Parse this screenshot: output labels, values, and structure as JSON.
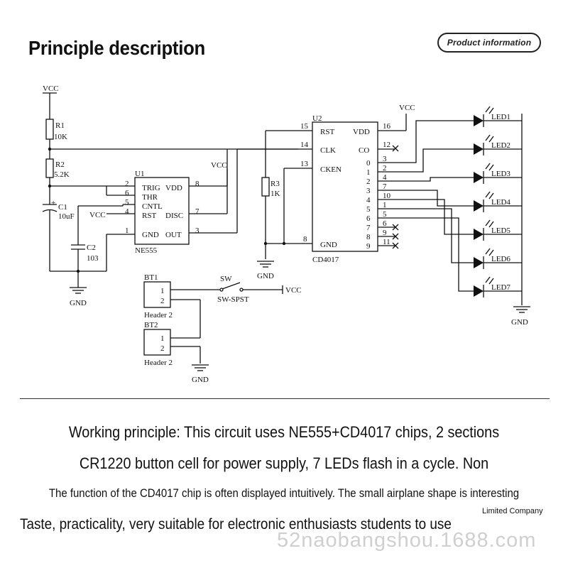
{
  "header": {
    "title": "Principle description",
    "badge": "Product information"
  },
  "schematic": {
    "vcc": "VCC",
    "gnd": "GND",
    "r1": "R1",
    "r1_val": "10K",
    "r2": "R2",
    "r2_val": "5.2K",
    "c1": "C1",
    "c1_val": "10uF",
    "c1_plus": "+",
    "c2": "C2",
    "c2_val": "103",
    "u1": "U1",
    "ne555": "NE555",
    "u1_pins_left": [
      "TRIG",
      "THR",
      "CNTL",
      "RST",
      "GND"
    ],
    "u1_pins_right": [
      "VDD",
      "DISC",
      "OUT"
    ],
    "u1_num_left": [
      "2",
      "6",
      "5",
      "4",
      "1"
    ],
    "u1_num_right": [
      "8",
      "7",
      "3"
    ],
    "u2": "U2",
    "cd4017": "CD4017",
    "u2_pins_left": [
      "RST",
      "CLK",
      "CKEN",
      "GND"
    ],
    "u2_num_left": [
      "15",
      "14",
      "13",
      "8"
    ],
    "u2_vdd": "VDD",
    "u2_vdd_num": "16",
    "u2_co": "CO",
    "u2_co_num": "12",
    "u2_outs": [
      "0",
      "1",
      "2",
      "3",
      "4",
      "5",
      "6",
      "7",
      "8",
      "9"
    ],
    "u2_out_nums": [
      "3",
      "2",
      "4",
      "7",
      "10",
      "1",
      "5",
      "6",
      "9",
      "11"
    ],
    "r3": "R3",
    "r3_val": "1K",
    "leds": [
      "LED1",
      "LED2",
      "LED3",
      "LED4",
      "LED5",
      "LED6",
      "LED7"
    ],
    "bt1": "BT1",
    "bt2": "BT2",
    "header2": "Header 2",
    "pin1": "1",
    "pin2": "2",
    "sw": "SW",
    "sw_type": "SW-SPST"
  },
  "text": {
    "line1": "Working principle: This circuit uses NE555+CD4017 chips, 2 sections",
    "line2": "CR1220 button cell for power supply, 7 LEDs flash in a cycle. Non",
    "line3": "The function of the CD4017 chip is often displayed intuitively. The small airplane shape is interesting",
    "line4": "Taste, practicality, very suitable for electronic enthusiasts students to use",
    "company": "Limited Company",
    "watermark": "52naobangshou.1688.com"
  }
}
